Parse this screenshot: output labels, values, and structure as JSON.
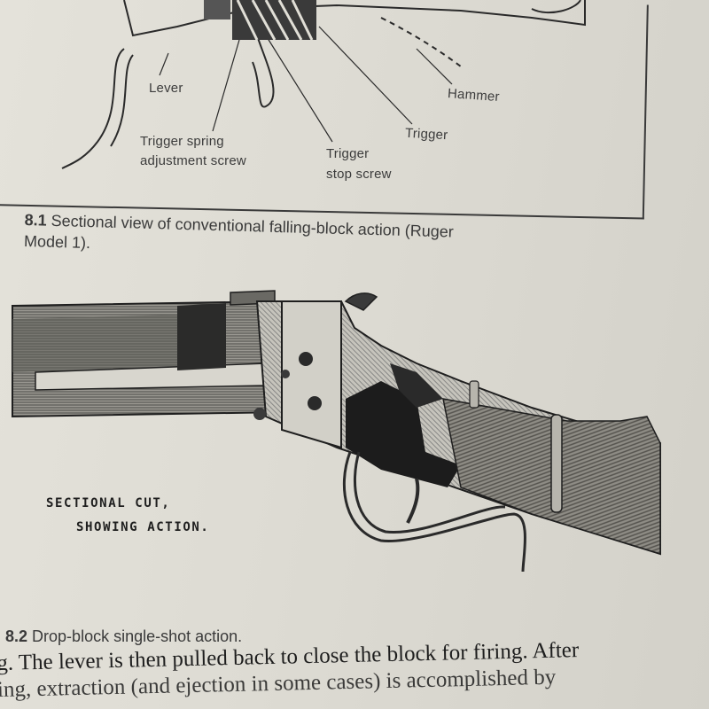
{
  "figure_1": {
    "labels": {
      "lever": "Lever",
      "hammer": "Hammer",
      "trigger": "Trigger",
      "trigger_spring_line1": "Trigger spring",
      "trigger_spring_line2": "adjustment screw",
      "trigger_stop_line1": "Trigger",
      "trigger_stop_line2": "stop screw"
    },
    "caption": {
      "number": "8.1",
      "text_line1": "Sectional view of conventional falling-block action (Ruger",
      "text_line2": "Model 1)."
    }
  },
  "figure_2": {
    "engraving_label_line1": "SECTIONAL CUT,",
    "engraving_label_line2": "SHOWING ACTION.",
    "caption": {
      "number": "8.2",
      "text": "Drop-block single-shot action."
    }
  },
  "body_text": {
    "line1": "g. The lever is then pulled back to close the block for firing. After",
    "line2": "ing, extraction (and ejection in some cases) is accomplished by"
  }
}
